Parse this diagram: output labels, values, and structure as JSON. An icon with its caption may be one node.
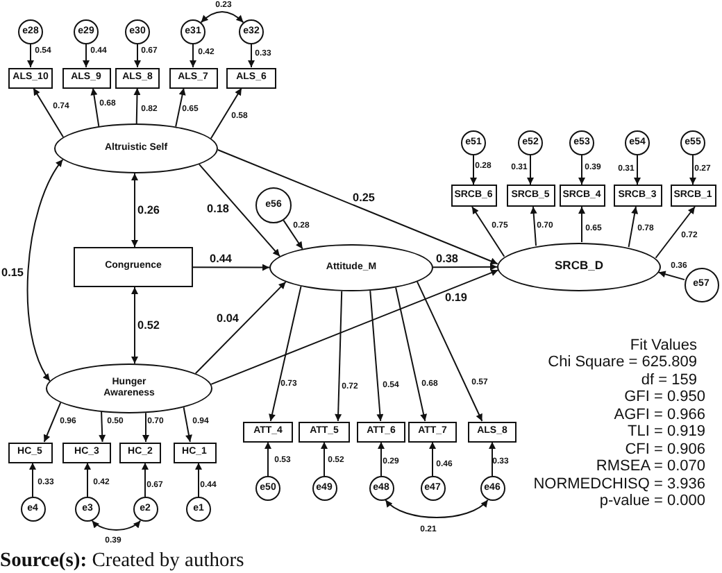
{
  "diagram": {
    "caption": "**Source(s):** Created by authors",
    "nodes": [
      {
        "text": [
          "e28"
        ]
      },
      {
        "text": [
          "e29"
        ]
      },
      {
        "text": [
          "e30"
        ]
      },
      {
        "text": [
          "e31"
        ]
      },
      {
        "text": [
          "e32"
        ]
      },
      {
        "text": [
          "ALS_10"
        ]
      },
      {
        "text": [
          "ALS_9"
        ]
      },
      {
        "text": [
          "ALS_8"
        ]
      },
      {
        "text": [
          "ALS_7"
        ]
      },
      {
        "text": [
          "ALS_6"
        ]
      },
      {
        "text": [
          "Altruistic Self"
        ]
      },
      {
        "text": [
          "e51"
        ]
      },
      {
        "text": [
          "e52"
        ]
      },
      {
        "text": [
          "e53"
        ]
      },
      {
        "text": [
          "e54"
        ]
      },
      {
        "text": [
          "e55"
        ]
      },
      {
        "text": [
          "SRCB_6"
        ]
      },
      {
        "text": [
          "SRCB_5"
        ]
      },
      {
        "text": [
          "SRCB_4"
        ]
      },
      {
        "text": [
          "SRCB_3"
        ]
      },
      {
        "text": [
          "SRCB_1"
        ]
      },
      {
        "text": [
          "e56"
        ]
      },
      {
        "text": [
          "Congruence"
        ]
      },
      {
        "text": [
          "Attitude_M"
        ]
      },
      {
        "text": [
          "SRCB_D"
        ]
      },
      {
        "text": [
          "e57"
        ]
      },
      {
        "text": [
          "Hunger Awareness"
        ]
      },
      {
        "text": [
          "ATT_4"
        ]
      },
      {
        "text": [
          "ATT_5"
        ]
      },
      {
        "text": [
          "ATT_6"
        ]
      },
      {
        "text": [
          "ATT_7"
        ]
      },
      {
        "text": [
          "ALS_8"
        ]
      },
      {
        "text": [
          "HC_5"
        ]
      },
      {
        "text": [
          "HC_3"
        ]
      },
      {
        "text": [
          "HC_2"
        ]
      },
      {
        "text": [
          "HC_1"
        ]
      },
      {
        "text": [
          "e50"
        ]
      },
      {
        "text": [
          "e49"
        ]
      },
      {
        "text": [
          "e48"
        ]
      },
      {
        "text": [
          "e47"
        ]
      },
      {
        "text": [
          "e46"
        ]
      },
      {
        "text": [
          "e4"
        ]
      },
      {
        "text": [
          "e3"
        ]
      },
      {
        "text": [
          "e2"
        ]
      },
      {
        "text": [
          "e1"
        ]
      }
    ],
    "edges": [
      {
        "from": 0,
        "to": 5,
        "arrow": "to",
        "label": "0.54"
      },
      {
        "from": 1,
        "to": 6,
        "arrow": "to",
        "label": "0.44"
      },
      {
        "from": 2,
        "to": 7,
        "arrow": "to",
        "label": "0.67"
      },
      {
        "from": 3,
        "to": 8,
        "arrow": "to",
        "label": "0.42"
      },
      {
        "from": 4,
        "to": 9,
        "arrow": "to",
        "label": "0.33"
      },
      {
        "from": 3,
        "to": 4,
        "arrow": "both",
        "label": "0.23"
      },
      {
        "from": 10,
        "to": 5,
        "arrow": "to",
        "label": "0.74"
      },
      {
        "from": 10,
        "to": 6,
        "arrow": "to",
        "label": "0.68"
      },
      {
        "from": 10,
        "to": 7,
        "arrow": "to",
        "label": "0.82"
      },
      {
        "from": 10,
        "to": 8,
        "arrow": "to",
        "label": "0.65"
      },
      {
        "from": 10,
        "to": 9,
        "arrow": "to",
        "label": "0.58"
      },
      {
        "from": 10,
        "to": 22,
        "arrow": "both",
        "label": "0.26"
      },
      {
        "from": 10,
        "to": 23,
        "arrow": "to",
        "label": "0.18"
      },
      {
        "from": 10,
        "to": 24,
        "arrow": "to",
        "label": "0.25"
      },
      {
        "from": 10,
        "to": 26,
        "arrow": "both",
        "label": "0.15"
      },
      {
        "from": 11,
        "to": 16,
        "arrow": "to",
        "label": "0.28"
      },
      {
        "from": 12,
        "to": 17,
        "arrow": "to",
        "label": "0.31"
      },
      {
        "from": 13,
        "to": 18,
        "arrow": "to",
        "label": "0.39"
      },
      {
        "from": 14,
        "to": 19,
        "arrow": "to",
        "label": "0.31"
      },
      {
        "from": 15,
        "to": 20,
        "arrow": "to",
        "label": "0.27"
      },
      {
        "from": 24,
        "to": 16,
        "arrow": "to",
        "label": "0.75"
      },
      {
        "from": 24,
        "to": 17,
        "arrow": "to",
        "label": "0.70"
      },
      {
        "from": 24,
        "to": 18,
        "arrow": "to",
        "label": "0.65"
      },
      {
        "from": 24,
        "to": 19,
        "arrow": "to",
        "label": "0.78"
      },
      {
        "from": 24,
        "to": 20,
        "arrow": "to",
        "label": "0.72"
      },
      {
        "from": 21,
        "to": 23,
        "arrow": "to",
        "label": "0.28"
      },
      {
        "from": 22,
        "to": 23,
        "arrow": "to",
        "label": "0.44"
      },
      {
        "from": 23,
        "to": 24,
        "arrow": "to",
        "label": "0.38"
      },
      {
        "from": 25,
        "to": 24,
        "arrow": "to",
        "label": "0.36"
      },
      {
        "from": 22,
        "to": 26,
        "arrow": "both",
        "label": "0.52"
      },
      {
        "from": 26,
        "to": 23,
        "arrow": "to",
        "label": "0.04"
      },
      {
        "from": 26,
        "to": 24,
        "arrow": "to",
        "label": "0.19"
      },
      {
        "from": 23,
        "to": 27,
        "arrow": "to",
        "label": "0.73"
      },
      {
        "from": 23,
        "to": 28,
        "arrow": "to",
        "label": "0.72"
      },
      {
        "from": 23,
        "to": 29,
        "arrow": "to",
        "label": "0.54"
      },
      {
        "from": 23,
        "to": 30,
        "arrow": "to",
        "label": "0.68"
      },
      {
        "from": 23,
        "to": 31,
        "arrow": "to",
        "label": "0.57"
      },
      {
        "from": 36,
        "to": 27,
        "arrow": "to",
        "label": "0.53"
      },
      {
        "from": 37,
        "to": 28,
        "arrow": "to",
        "label": "0.52"
      },
      {
        "from": 38,
        "to": 29,
        "arrow": "to",
        "label": "0.29"
      },
      {
        "from": 39,
        "to": 30,
        "arrow": "to",
        "label": "0.46"
      },
      {
        "from": 40,
        "to": 31,
        "arrow": "to",
        "label": "0.33"
      },
      {
        "from": 38,
        "to": 40,
        "arrow": "both",
        "label": "0.21"
      },
      {
        "from": 26,
        "to": 32,
        "arrow": "to",
        "label": "0.96"
      },
      {
        "from": 26,
        "to": 33,
        "arrow": "to",
        "label": "0.50"
      },
      {
        "from": 26,
        "to": 34,
        "arrow": "to",
        "label": "0.70"
      },
      {
        "from": 26,
        "to": 35,
        "arrow": "to",
        "label": "0.94"
      },
      {
        "from": 41,
        "to": 32,
        "arrow": "to",
        "label": "0.33"
      },
      {
        "from": 42,
        "to": 33,
        "arrow": "to",
        "label": "0.42"
      },
      {
        "from": 43,
        "to": 34,
        "arrow": "to",
        "label": "0.67"
      },
      {
        "from": 44,
        "to": 35,
        "arrow": "to",
        "label": "0.44"
      },
      {
        "from": 42,
        "to": 43,
        "arrow": "both",
        "label": "0.39"
      }
    ],
    "labels": [
      "Fit Values",
      "Chi Square = 625.809",
      "df = 159",
      "GFI = 0.950",
      "AGFI = 0.966",
      "TLI = 0.919",
      "CFI = 0.906",
      "RMSEA = 0.070",
      "NORMEDCHISQ = 3.936",
      "p-value = 0.000"
    ]
  }
}
